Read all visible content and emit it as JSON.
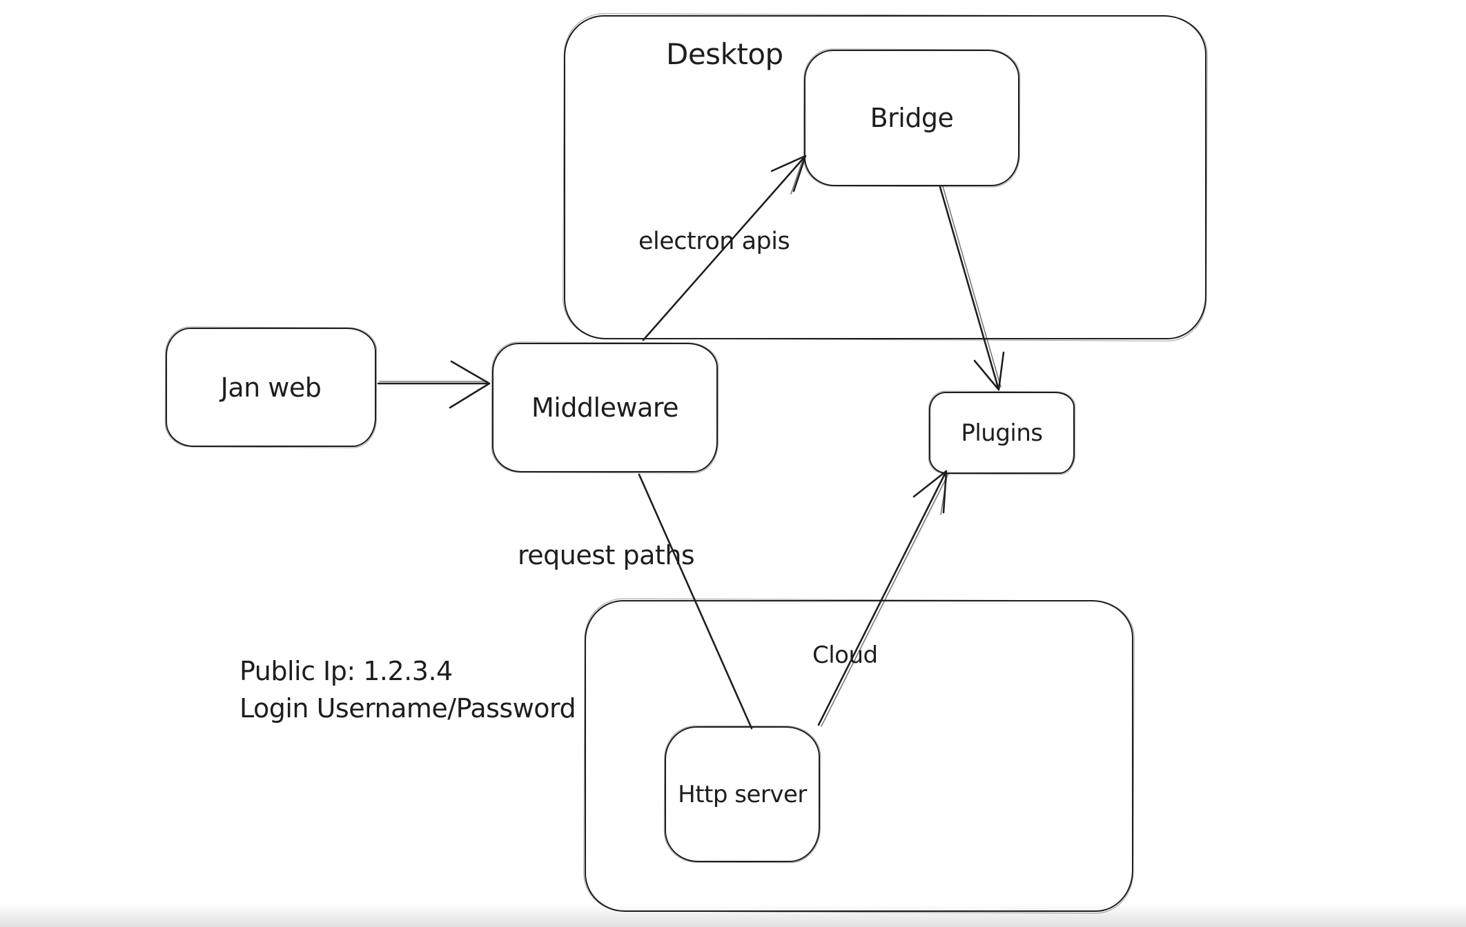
{
  "canvas": {
    "background": "#ffffff",
    "stroke_color": "#1e1e1e"
  },
  "containers": [
    {
      "id": "desktop",
      "label": "Desktop"
    },
    {
      "id": "cloud",
      "label": "Cloud"
    }
  ],
  "nodes": [
    {
      "id": "jan-web",
      "label": "Jan web"
    },
    {
      "id": "middleware",
      "label": "Middleware"
    },
    {
      "id": "bridge",
      "label": "Bridge"
    },
    {
      "id": "plugins",
      "label": "Plugins"
    },
    {
      "id": "http-server",
      "label": "Http server"
    }
  ],
  "edge_labels": [
    {
      "id": "electron-apis",
      "label": "electron apis"
    },
    {
      "id": "request-paths",
      "label": "request paths"
    }
  ],
  "edges": [
    {
      "from": "jan-web",
      "to": "middleware",
      "label": ""
    },
    {
      "from": "middleware",
      "to": "bridge",
      "label": "electron apis"
    },
    {
      "from": "bridge",
      "to": "plugins",
      "label": ""
    },
    {
      "from": "http-server",
      "to": "plugins",
      "label": ""
    },
    {
      "from": "middleware",
      "to": "http-server",
      "label": "request paths"
    }
  ],
  "annotation": {
    "line1": "Public Ip: 1.2.3.4",
    "line2": "Login Username/Password"
  }
}
